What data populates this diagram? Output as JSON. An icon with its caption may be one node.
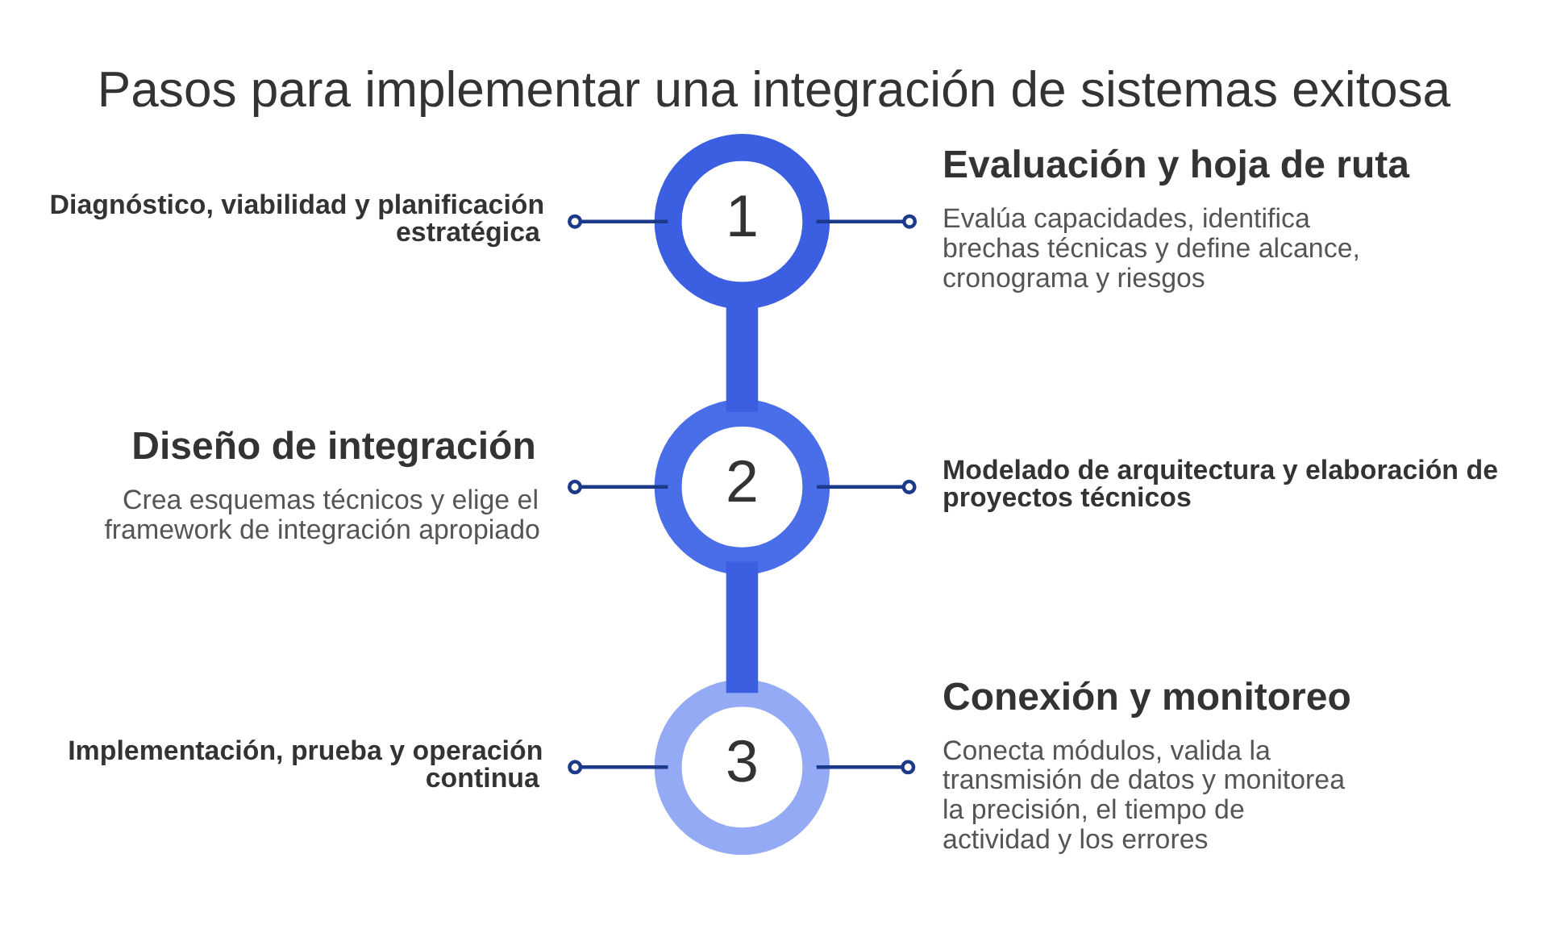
{
  "diagram": {
    "title": "Pasos para implementar una integración de sistemas exitosa",
    "nodes": [
      {
        "text": [
          "1"
        ]
      },
      {
        "text": [
          "2"
        ]
      },
      {
        "text": [
          "3"
        ]
      },
      {
        "text": [
          "Diagnóstico, viabilidad y planificación estratégica"
        ]
      },
      {
        "text": [
          "Evaluación y hoja de ruta",
          "Evalúa capacidades, identifica brechas técnicas y define alcance, cronograma y riesgos"
        ]
      },
      {
        "text": [
          "Diseño de integración",
          "Crea esquemas técnicos y elige el framework de integración apropiado"
        ]
      },
      {
        "text": [
          "Modelado de arquitectura y elaboración de proyectos técnicos"
        ]
      },
      {
        "text": [
          "Implementación, prueba y operación continua"
        ]
      },
      {
        "text": [
          "Conexión y monitoreo",
          "Conecta módulos, valida la transmisión de datos y monitorea la precisión, el tiempo de actividad y los errores"
        ]
      }
    ],
    "edges": [
      {
        "from": 0,
        "to": 1,
        "arrow": "none",
        "style": "thick"
      },
      {
        "from": 1,
        "to": 2,
        "arrow": "none",
        "style": "thick"
      },
      {
        "from": 3,
        "to": 0,
        "arrow": "other"
      },
      {
        "from": 4,
        "to": 0,
        "arrow": "other"
      },
      {
        "from": 5,
        "to": 1,
        "arrow": "other"
      },
      {
        "from": 6,
        "to": 1,
        "arrow": "other"
      },
      {
        "from": 7,
        "to": 2,
        "arrow": "other"
      },
      {
        "from": 8,
        "to": 2,
        "arrow": "other"
      }
    ]
  }
}
